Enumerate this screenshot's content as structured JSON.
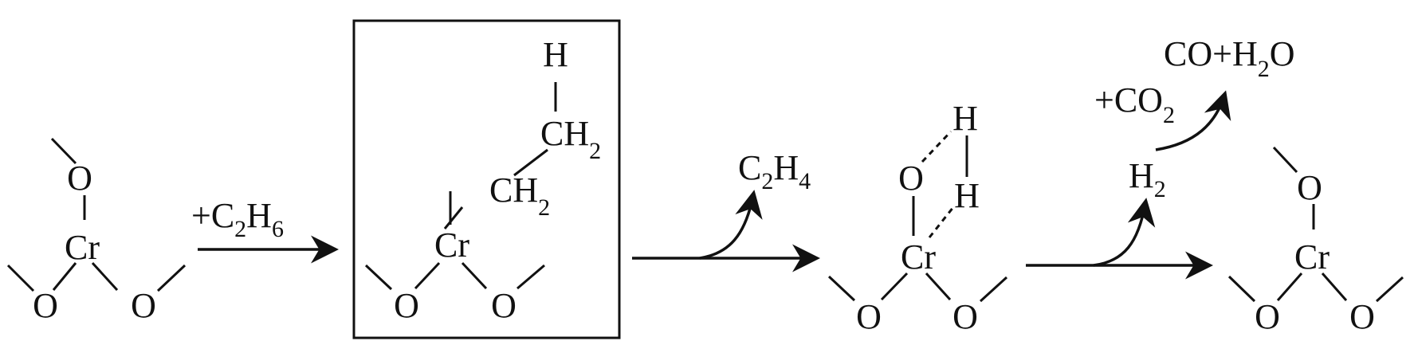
{
  "scheme": {
    "step1_reagent": {
      "prefix": "+C",
      "sub1": "2",
      "mid": "H",
      "sub2": "6"
    },
    "intermediate": {
      "h_label": "H",
      "ch2_top": {
        "main": "CH",
        "sub": "2"
      },
      "ch2_low": {
        "main": "CH",
        "sub": "2"
      },
      "cr": "Cr",
      "o_left": "O",
      "o_right": "O"
    },
    "step2_product": {
      "c": "C",
      "sub1": "2",
      "h": "H",
      "sub2": "4"
    },
    "hydride": {
      "o_top": "O",
      "h1": "H",
      "h2": "H",
      "cr": "Cr",
      "o_left": "O",
      "o_right": "O"
    },
    "step3_h2": {
      "h": "H",
      "sub": "2"
    },
    "step3_co2": {
      "prefix": "+CO",
      "sub": "2"
    },
    "step3_products": {
      "prefix": "CO+H",
      "sub": "2",
      "suffix": "O"
    },
    "reactant": {
      "o_top": "O",
      "cr": "Cr",
      "o_left": "O",
      "o_right": "O"
    },
    "regenerated": {
      "o_top": "O",
      "cr": "Cr",
      "o_left": "O",
      "o_right": "O"
    }
  }
}
